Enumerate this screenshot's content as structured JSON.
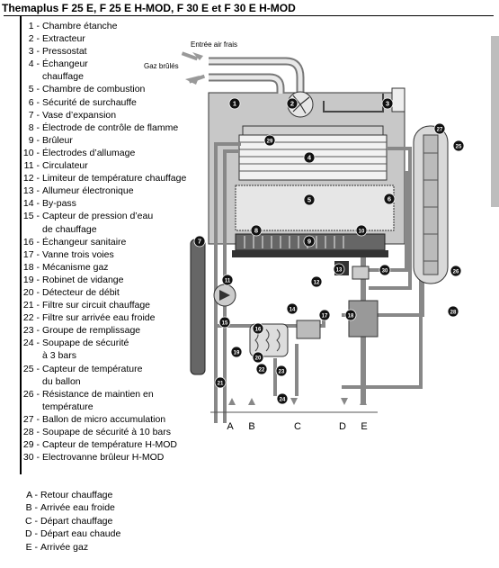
{
  "title": "Themaplus F 25 E, F 25 E H-MOD, F 30 E et F 30 E H-MOD",
  "legend": [
    {
      "n": "1 -",
      "lines": [
        "Chambre étanche"
      ]
    },
    {
      "n": "2 -",
      "lines": [
        "Extracteur"
      ]
    },
    {
      "n": "3 -",
      "lines": [
        "Pressostat"
      ]
    },
    {
      "n": "4 -",
      "lines": [
        "Échangeur",
        "chauffage"
      ]
    },
    {
      "n": "5 -",
      "lines": [
        "Chambre de combustion"
      ]
    },
    {
      "n": "6 -",
      "lines": [
        "Sécurité de surchauffe"
      ]
    },
    {
      "n": "7 -",
      "lines": [
        "Vase d’expansion"
      ]
    },
    {
      "n": "8 -",
      "lines": [
        "Électrode de contrôle de flamme"
      ]
    },
    {
      "n": "9 -",
      "lines": [
        "Brûleur"
      ]
    },
    {
      "n": "10 -",
      "lines": [
        "Électrodes d’allumage"
      ]
    },
    {
      "n": "11 -",
      "lines": [
        "Circulateur"
      ]
    },
    {
      "n": "12 -",
      "lines": [
        "Limiteur de température chauffage"
      ]
    },
    {
      "n": "13 -",
      "lines": [
        "Allumeur électronique"
      ]
    },
    {
      "n": "14 -",
      "lines": [
        "By-pass"
      ]
    },
    {
      "n": "15 -",
      "lines": [
        "Capteur de pression d’eau",
        "de chauffage"
      ]
    },
    {
      "n": "16 -",
      "lines": [
        "Échangeur sanitaire"
      ]
    },
    {
      "n": "17 -",
      "lines": [
        "Vanne trois voies"
      ]
    },
    {
      "n": "18 -",
      "lines": [
        "Mécanisme gaz"
      ]
    },
    {
      "n": "19 -",
      "lines": [
        "Robinet de vidange"
      ]
    },
    {
      "n": "20 -",
      "lines": [
        "Détecteur de débit"
      ]
    },
    {
      "n": "21 -",
      "lines": [
        "Filtre sur circuit chauffage"
      ]
    },
    {
      "n": "22 -",
      "lines": [
        "Filtre sur arrivée eau froide"
      ]
    },
    {
      "n": "23 -",
      "lines": [
        "Groupe de remplissage"
      ]
    },
    {
      "n": "24 -",
      "lines": [
        "Soupape de sécurité",
        "à 3 bars"
      ]
    },
    {
      "n": "25 -",
      "lines": [
        "Capteur de température",
        "du ballon"
      ]
    },
    {
      "n": "26 -",
      "lines": [
        "Résistance de maintien en",
        "température"
      ]
    },
    {
      "n": "27 -",
      "lines": [
        "Ballon de micro accumulation"
      ]
    },
    {
      "n": "28 -",
      "lines": [
        "Soupape de sécurité à 10 bars"
      ]
    },
    {
      "n": "29 -",
      "lines": [
        "Capteur de température H-MOD"
      ]
    },
    {
      "n": "30 -",
      "lines": [
        "Electrovanne brûleur H-MOD"
      ]
    }
  ],
  "connections": [
    {
      "k": "A -",
      "label": "Retour chauffage"
    },
    {
      "k": "B -",
      "label": "Arrivée eau froide"
    },
    {
      "k": "C -",
      "label": "Départ chauffage"
    },
    {
      "k": "D -",
      "label": "Départ eau chaude"
    },
    {
      "k": "E -",
      "label": "Arrivée gaz"
    }
  ],
  "diagram": {
    "air_in_label": "Entrée air frais",
    "flue_out_label": "Gaz brûlés",
    "bottom_letters": [
      "A",
      "B",
      "C",
      "D",
      "E"
    ],
    "markers": [
      "1",
      "2",
      "3",
      "4",
      "5",
      "6",
      "7",
      "8",
      "9",
      "10",
      "11",
      "12",
      "13",
      "14",
      "15",
      "16",
      "17",
      "18",
      "19",
      "20",
      "21",
      "22",
      "23",
      "24",
      "25",
      "26",
      "27",
      "28",
      "29",
      "30"
    ]
  }
}
